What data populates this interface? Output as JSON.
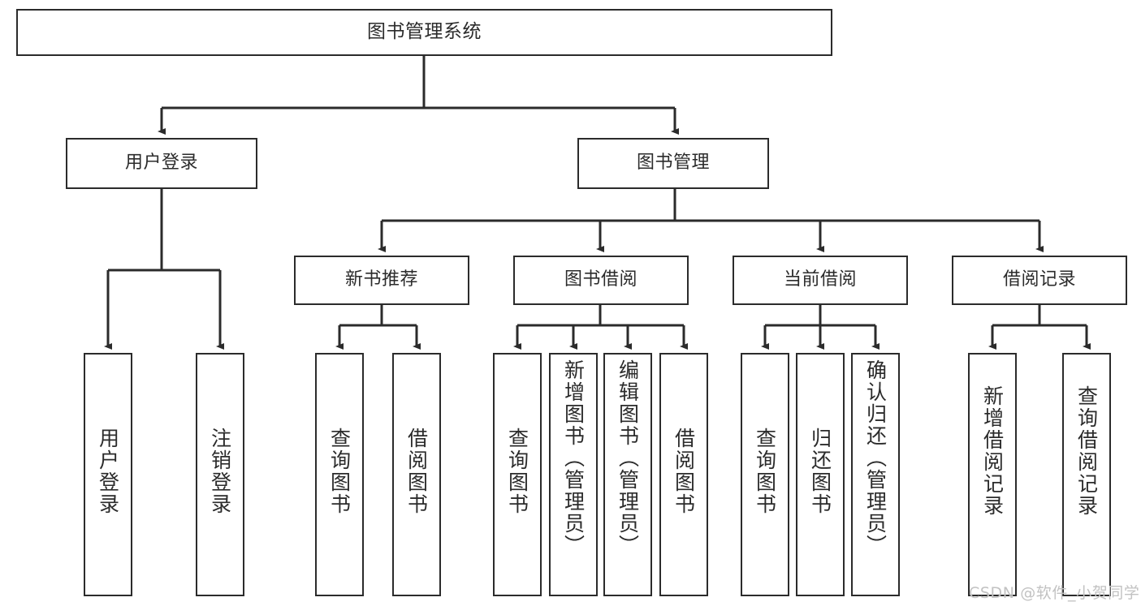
{
  "diagram": {
    "title": "图书管理系统",
    "type": "tree",
    "root": {
      "id": "root",
      "label": "图书管理系统"
    },
    "level1": [
      {
        "id": "user-login",
        "label": "用户登录"
      },
      {
        "id": "book-management",
        "label": "图书管理"
      }
    ],
    "level2": [
      {
        "id": "new-book-recommend",
        "label": "新书推荐",
        "parent": "book-management"
      },
      {
        "id": "book-borrow",
        "label": "图书借阅",
        "parent": "book-management"
      },
      {
        "id": "current-borrow",
        "label": "当前借阅",
        "parent": "book-management"
      },
      {
        "id": "borrow-record",
        "label": "借阅记录",
        "parent": "book-management"
      }
    ],
    "leaves": [
      {
        "id": "leaf-user-login",
        "label": "用户登录",
        "parent": "user-login"
      },
      {
        "id": "leaf-logout-login",
        "label": "注销登录",
        "parent": "user-login"
      },
      {
        "id": "leaf-query-book-1",
        "label": "查询图书",
        "parent": "new-book-recommend"
      },
      {
        "id": "leaf-borrow-book-1",
        "label": "借阅图书",
        "parent": "new-book-recommend"
      },
      {
        "id": "leaf-query-book-2",
        "label": "查询图书",
        "parent": "book-borrow"
      },
      {
        "id": "leaf-add-book",
        "label": "新增图书（管理员）",
        "parent": "book-borrow"
      },
      {
        "id": "leaf-edit-book",
        "label": "编辑图书（管理员）",
        "parent": "book-borrow"
      },
      {
        "id": "leaf-borrow-book-2",
        "label": "借阅图书",
        "parent": "book-borrow"
      },
      {
        "id": "leaf-query-book-3",
        "label": "查询图书",
        "parent": "current-borrow"
      },
      {
        "id": "leaf-return-book",
        "label": "归还图书",
        "parent": "current-borrow"
      },
      {
        "id": "leaf-confirm-return",
        "label": "确认归还（管理员）",
        "parent": "current-borrow"
      },
      {
        "id": "leaf-add-borrow-record",
        "label": "新增借阅记录",
        "parent": "borrow-record"
      },
      {
        "id": "leaf-query-borrow-record",
        "label": "查询借阅记录",
        "parent": "borrow-record"
      }
    ],
    "colors": {
      "stroke": "#2b2b2b",
      "fill": "#ffffff",
      "text": "#2b2b2b",
      "watermark": "#c2c2c2"
    }
  },
  "watermark": {
    "text": "CSDN @软件_小贺同学"
  }
}
